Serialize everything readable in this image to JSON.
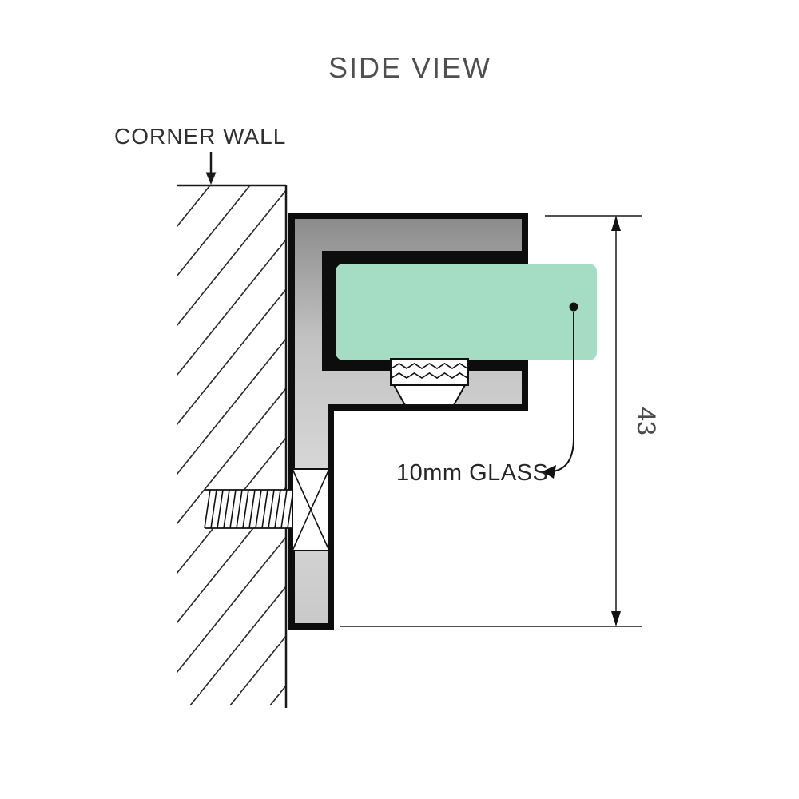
{
  "title": "SIDE VIEW",
  "diagram": {
    "corner_wall_label": "CORNER WALL",
    "glass_label": "10mm GLASS",
    "dimension_value": "43"
  },
  "colors": {
    "outline": "#111111",
    "glass_green": "#a4ddc3",
    "bracket_gray_dark": "#8a8a8a",
    "bracket_gray_light": "#d9d9d9",
    "title_text": "#4f4f4f",
    "label_text": "#2a2a2a",
    "dim_text": "#4a4a4a"
  }
}
